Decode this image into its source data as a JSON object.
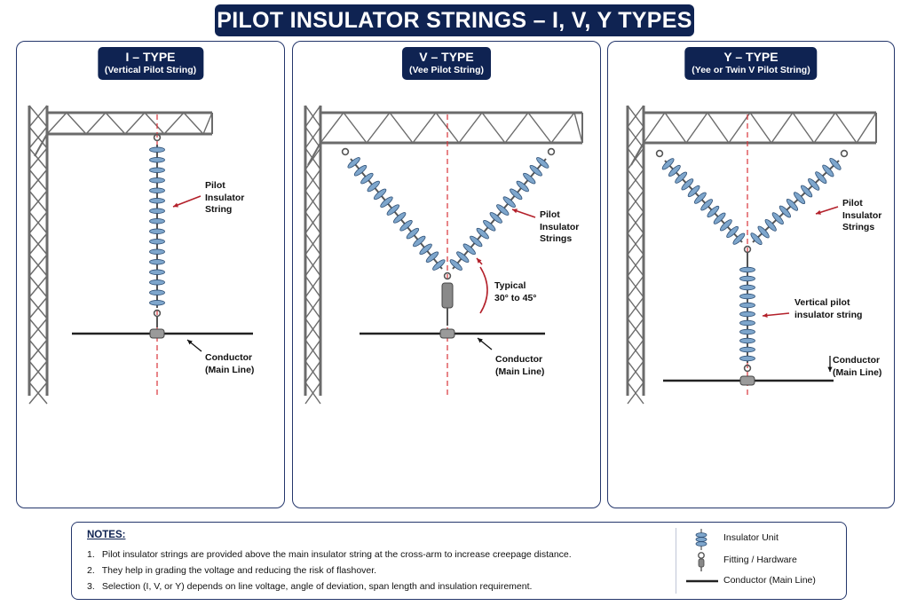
{
  "title": "PILOT INSULATOR STRINGS – I, V, Y TYPES",
  "panels": [
    {
      "heading": "I – TYPE",
      "subheading": "(Vertical Pilot String)",
      "labels": {
        "string": "Pilot\nInsulator\nString",
        "conductor": "Conductor\n(Main Line)"
      }
    },
    {
      "heading": "V – TYPE",
      "subheading": "(Vee Pilot String)",
      "labels": {
        "string": "Pilot\nInsulator\nStrings",
        "angle": "Typical\n30° to 45°",
        "conductor": "Conductor\n(Main Line)"
      }
    },
    {
      "heading": "Y – TYPE",
      "subheading": "(Yee or Twin V Pilot String)",
      "labels": {
        "string": "Pilot\nInsulator\nStrings",
        "vertical": "Vertical pilot\ninsulator string",
        "conductor": "Conductor\n(Main Line)"
      }
    }
  ],
  "notes": {
    "title": "NOTES:",
    "items": [
      {
        "num": "1.",
        "text": "Pilot insulator strings are provided above the main insulator string at the cross-arm to increase creepage distance."
      },
      {
        "num": "2.",
        "text": "They help in grading the voltage and reducing the risk of flashover."
      },
      {
        "num": "3.",
        "text": "Selection (I, V, or Y) depends on line voltage, angle of deviation, span length and insulation requirement."
      }
    ]
  },
  "legend": [
    {
      "icon": "insulator-unit-icon",
      "label": "Insulator Unit"
    },
    {
      "icon": "fitting-hardware-icon",
      "label": "Fitting / Hardware"
    },
    {
      "icon": "conductor-line-icon",
      "label": "Conductor (Main Line)"
    }
  ],
  "colors": {
    "navy": "#0f2352",
    "insulator": "#7ea6cc",
    "insulator_edge": "#2e4f75",
    "steel": "#6b6b6b",
    "centerline": "#d9343a",
    "arrow": "#b3202a"
  }
}
